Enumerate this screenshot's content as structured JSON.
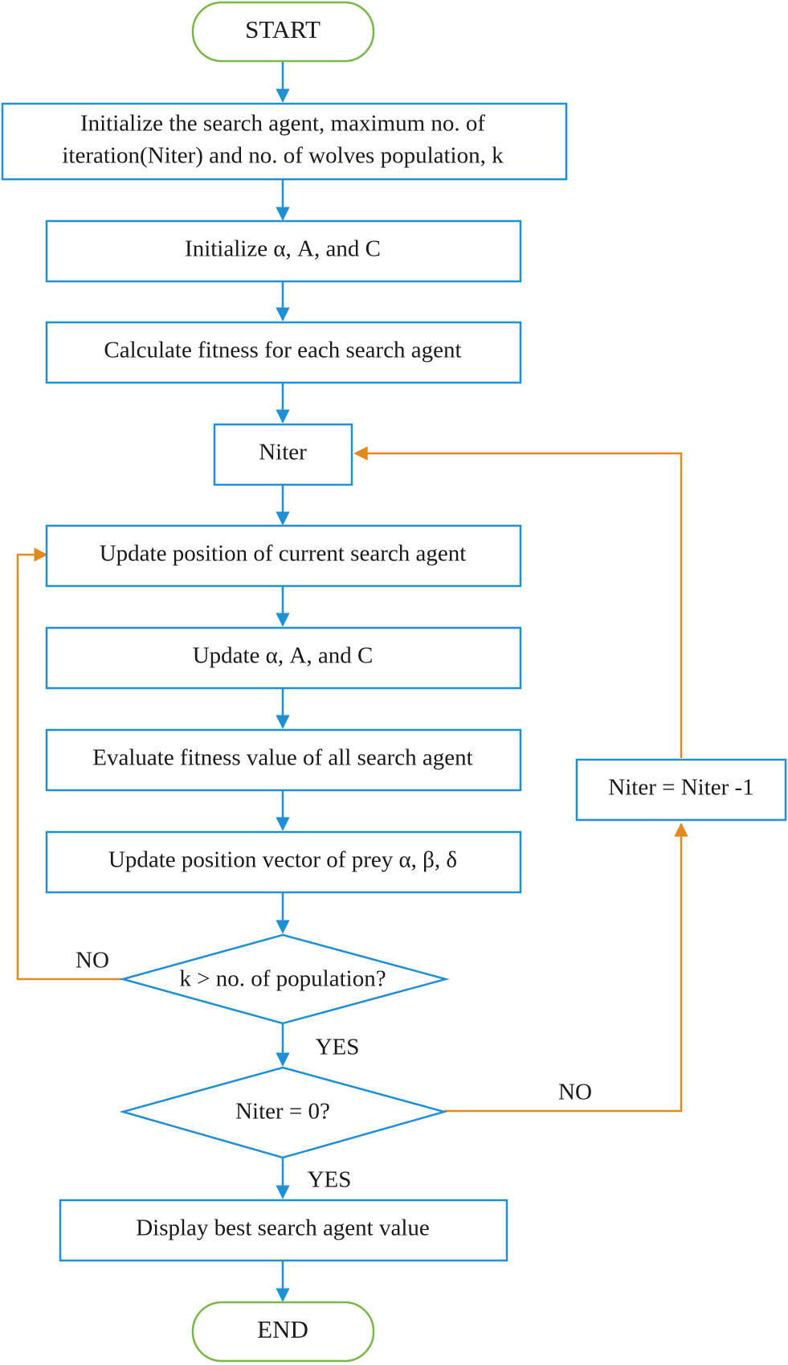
{
  "colors": {
    "box_border": "#1f8fd6",
    "terminal_border": "#7ab648",
    "flow_arrow": "#1f8fd6",
    "loop_arrow": "#e08a1e",
    "text": "#1a1a1a",
    "background": "#ffffff"
  },
  "nodes": {
    "start": "START",
    "init_line1": "Initialize the search agent, maximum no. of",
    "init_line2": "iteration(Niter) and no. of wolves population, k",
    "init_params": "Initialize α, A, and C",
    "calc_fitness": "Calculate fitness for each search agent",
    "niter": "Niter",
    "update_position": "Update position of current search agent",
    "update_params": "Update α, A, and C",
    "evaluate_fitness": "Evaluate fitness value of all search agent",
    "update_prey": "Update position vector of prey α, β, δ",
    "decision_population": "k > no. of population?",
    "decision_niter": "Niter = 0?",
    "decrement": "Niter = Niter -1",
    "display": "Display best search agent value",
    "end": "END"
  },
  "edge_labels": {
    "population_no": "NO",
    "population_yes": "YES",
    "niter_no": "NO",
    "niter_yes": "YES"
  }
}
